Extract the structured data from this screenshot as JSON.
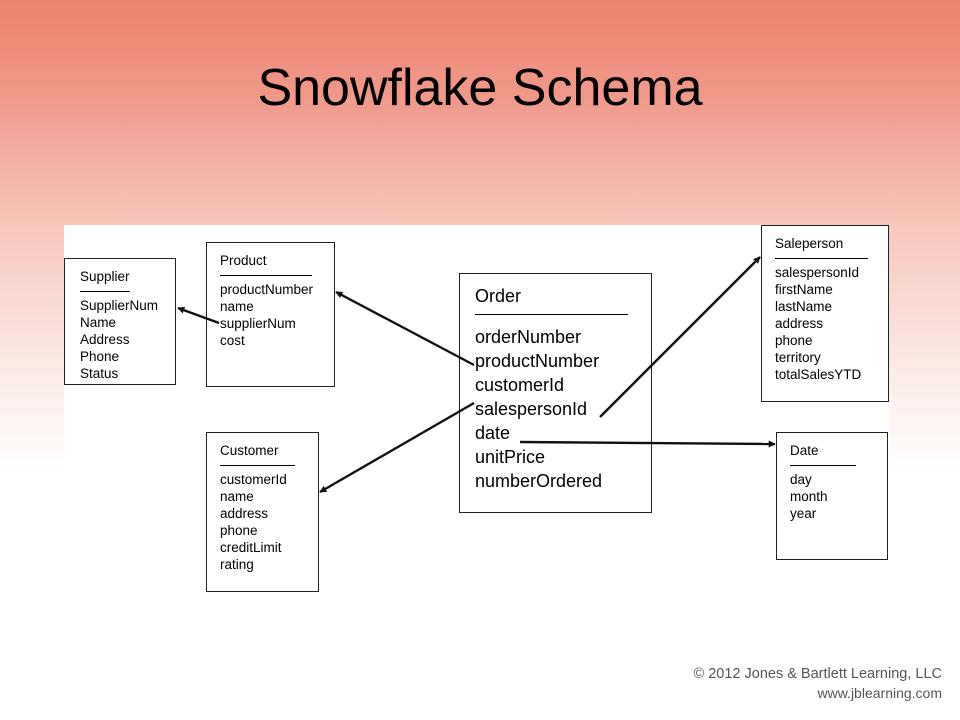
{
  "title": "Snowflake Schema",
  "entities": {
    "supplier": {
      "name": "Supplier",
      "attributes": [
        "SupplierNum",
        "Name",
        "Address",
        "Phone",
        "Status"
      ]
    },
    "product": {
      "name": "Product",
      "attributes": [
        "productNumber",
        "name",
        "supplierNum",
        "cost"
      ]
    },
    "order": {
      "name": "Order",
      "attributes": [
        "orderNumber",
        "productNumber",
        "customerId",
        "salespersonId",
        "date",
        "unitPrice",
        "numberOrdered"
      ]
    },
    "saleperson": {
      "name": "Saleperson",
      "attributes": [
        "salespersonId",
        "firstName",
        "lastName",
        "address",
        "phone",
        "territory",
        "totalSalesYTD"
      ]
    },
    "customer": {
      "name": "Customer",
      "attributes": [
        "customerId",
        "name",
        "address",
        "phone",
        "creditLimit",
        "rating"
      ]
    },
    "date": {
      "name": "Date",
      "attributes": [
        "day",
        "month",
        "year"
      ]
    }
  },
  "relationships": [
    {
      "from": "Order.productNumber",
      "to": "Product"
    },
    {
      "from": "Product.supplierNum",
      "to": "Supplier"
    },
    {
      "from": "Order.customerId",
      "to": "Customer"
    },
    {
      "from": "Order.salespersonId",
      "to": "Saleperson"
    },
    {
      "from": "Order.date",
      "to": "Date"
    }
  ],
  "footer": {
    "copyright": "© 2012 Jones & Bartlett Learning, LLC",
    "url": "www.jblearning.com"
  }
}
